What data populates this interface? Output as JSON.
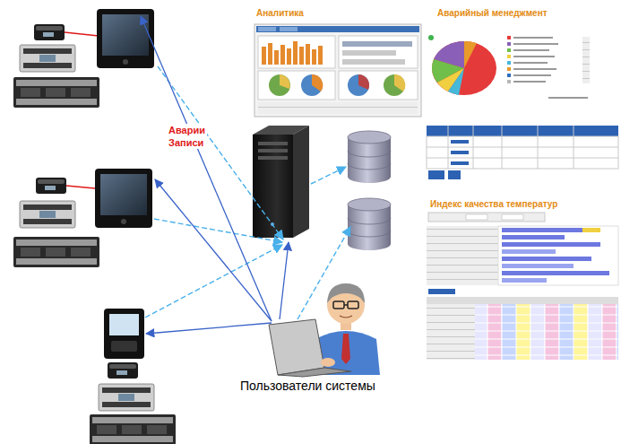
{
  "diagram": {
    "nodes": [
      {
        "text": [
          "Аналитика"
        ]
      },
      {
        "text": [
          "Аварийный менеджмент"
        ]
      },
      {
        "text": [
          "Индекс качества температур"
        ]
      },
      {
        "text": [
          "Пользователи системы"
        ]
      }
    ],
    "labels": [
      "Аварии Записи"
    ]
  }
}
